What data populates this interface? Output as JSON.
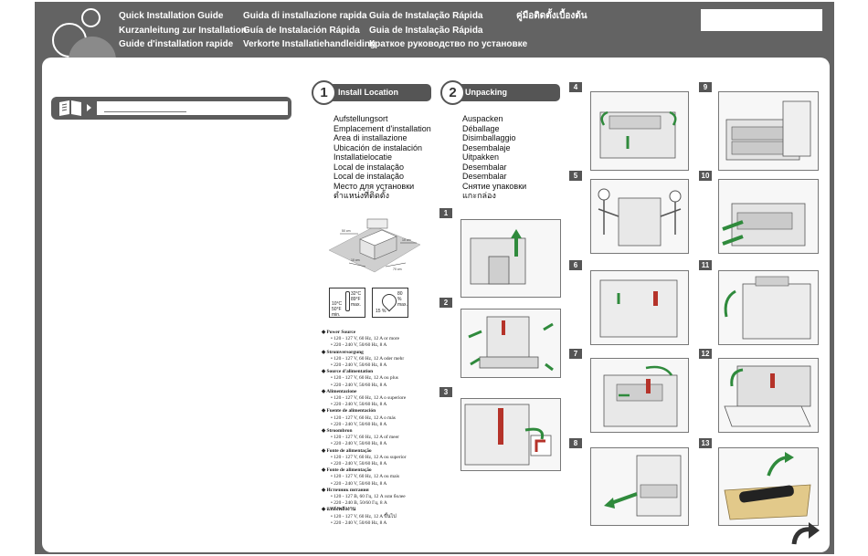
{
  "header": {
    "columns": [
      [
        "Quick Installation Guide",
        "Kurzanleitung zur Installation",
        "Guide d'installation rapide"
      ],
      [
        "Guida di installazione rapida",
        "Guía de Instalación Rápida",
        "Verkorte Installatiehandleiding"
      ],
      [
        "Guia de Instalação Rápida",
        "Guia de Instalação Rápida",
        "Краткое руководство по установке"
      ],
      [
        "คู่มือติดตั้งเบื้องต้น"
      ]
    ]
  },
  "step1": {
    "number": "1",
    "title": "Install Location",
    "items": [
      "Aufstellungsort",
      "Emplacement d'installation",
      "Area di installazione",
      "Ubicación de instalación",
      "Installatielocatie",
      "Local de instalação",
      "Local de instalação",
      "Место для установки",
      "ตำแหน่งที่ติดตั้ง"
    ]
  },
  "step2": {
    "number": "2",
    "title": "Unpacking",
    "items": [
      "Auspacken",
      "Déballage",
      "Disimballaggio",
      "Desembalaje",
      "Uitpakken",
      "Desembalar",
      "Desembalar",
      "Снятие упаковки",
      "แกะกล่อง"
    ]
  },
  "environment": {
    "temp_low": "10°C 50°F min.",
    "temp_high": "32°C 89°F max.",
    "hum_low": "15 %",
    "hum_high": "80 % max."
  },
  "power": [
    {
      "title": "Power Source",
      "lines": [
        "120 - 127 V, 60 Hz, 12 A or more",
        "220 - 240 V, 50/60 Hz, 8 A"
      ]
    },
    {
      "title": "Stromversorgung",
      "lines": [
        "120 - 127 V, 60 Hz, 12 A oder mehr",
        "220 - 240 V, 50/60 Hz, 8 A"
      ]
    },
    {
      "title": "Source d'alimentation",
      "lines": [
        "120 - 127 V, 60 Hz, 12 A ou plus",
        "220 - 240 V, 50/60 Hz, 8 A"
      ]
    },
    {
      "title": "Alimentazione",
      "lines": [
        "120 - 127 V, 60 Hz, 12 A o superiore",
        "220 - 240 V, 50/60 Hz, 8 A"
      ]
    },
    {
      "title": "Fuente de alimentación",
      "lines": [
        "120 - 127 V, 60 Hz, 12 A o más",
        "220 - 240 V, 50/60 Hz, 8 A"
      ]
    },
    {
      "title": "Stroombron",
      "lines": [
        "120 - 127 V, 60 Hz, 12 A of meer",
        "220 - 240 V, 50/60 Hz, 8 A"
      ]
    },
    {
      "title": "Fonte de alimentação",
      "lines": [
        "120 - 127 V, 60 Hz, 12 A ou superior",
        "220 - 240 V, 50/60 Hz, 8 A"
      ]
    },
    {
      "title": "Fonte de alimentação",
      "lines": [
        "120 - 127 V, 60 Hz, 12 A ou mais",
        "220 - 240 V, 50/60 Hz, 8 A"
      ]
    },
    {
      "title": "Источник питания",
      "lines": [
        "120 - 127 В, 60 Гц, 12 А или более",
        "220 - 240 В, 50/60 Гц, 8 А"
      ]
    },
    {
      "title": "แหล่งพลังงาน",
      "lines": [
        "120 - 127 V, 60 Hz, 12 A ขึ้นไป",
        "220 - 240 V, 50/60 Hz, 8 A"
      ]
    }
  ],
  "substeps": {
    "col2": [
      "1",
      "2",
      "3"
    ],
    "col3": [
      "4",
      "5",
      "6",
      "7",
      "8"
    ],
    "col4": [
      "9",
      "10",
      "11",
      "12",
      "13"
    ]
  },
  "colors": {
    "frame": "#636363",
    "header_bar": "#555555",
    "accent_red": "#b5332a",
    "arrow_green": "#2f8a3c",
    "box_tan": "#e2c98a"
  }
}
